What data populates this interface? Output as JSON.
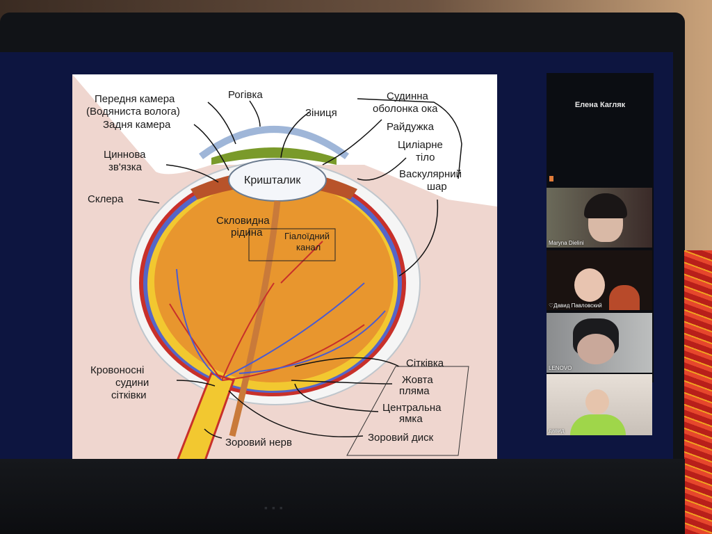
{
  "participants": {
    "presenter_name": "Елена Кагляк",
    "tiles": [
      {
        "name": "Maryna Dielini"
      },
      {
        "name": "Давид Павловский",
        "icon": "heart-icon"
      },
      {
        "name": "LENOVO"
      },
      {
        "name": "давид"
      }
    ]
  },
  "slide": {
    "labels": {
      "anterior_chamber": "Передня камера",
      "aqueous": "(Водяниста волога)",
      "cornea": "Рогівка",
      "pupil": "Зіниця",
      "posterior_chamber": "Задня камера",
      "zonule": "Циннова",
      "zonule2": "зв'язка",
      "sclera": "Склера",
      "lens": "Кришталик",
      "choroid": "Судинна",
      "choroid2": "оболонка ока",
      "iris": "Райдужка",
      "ciliary": "Циліарне",
      "ciliary2": "тіло",
      "vascular": "Васкулярний",
      "vascular2": "шар",
      "vitreous": "Скловидна",
      "vitreous2": "рідина",
      "hyaloid": "Гіалоїдний",
      "hyaloid2": "канал",
      "vessels": "Кровоносні",
      "vessels2": "судини",
      "vessels3": "сітківки",
      "retina": "Сітківка",
      "macula": "Жовта",
      "macula2": "пляма",
      "fovea": "Центральна",
      "fovea2": "ямка",
      "optic_nerve": "Зоровий нерв",
      "optic_disc": "Зоровий диск"
    }
  },
  "colors": {
    "slide_bg": "#efd6cf",
    "vitreous": "#e8962e",
    "sclera": "#f4f4f4",
    "nerve": "#f2c830"
  }
}
